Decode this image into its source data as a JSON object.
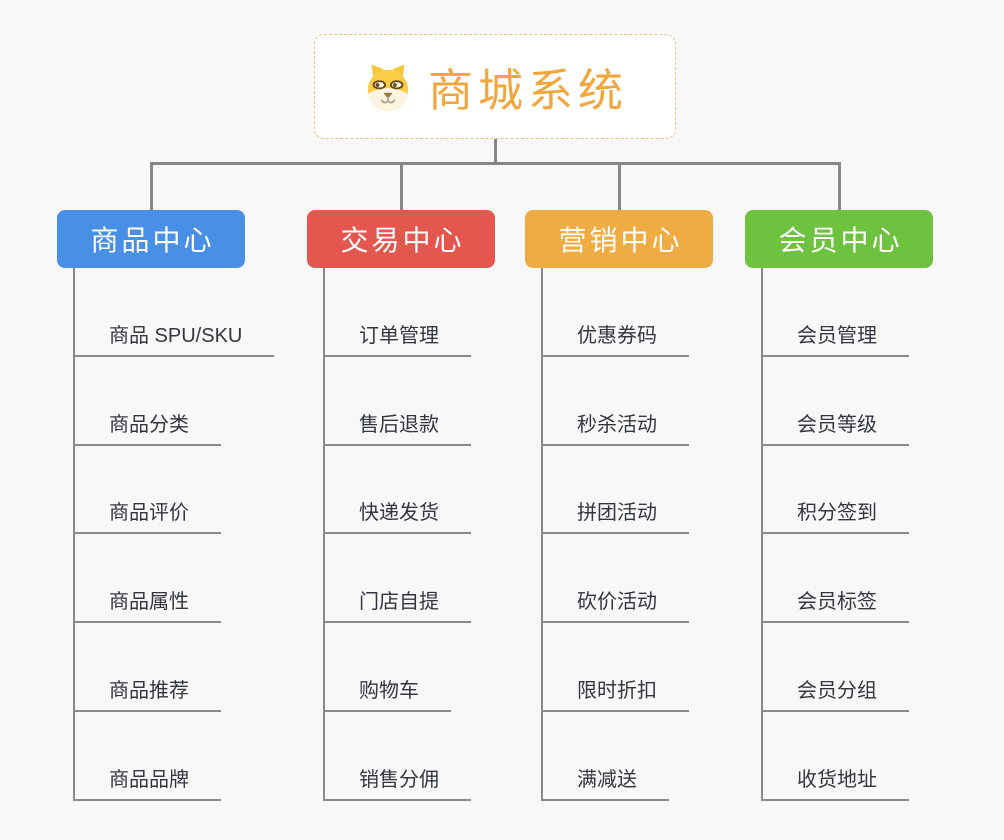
{
  "root": {
    "title": "商城系统",
    "icon": "shiba-dog-icon"
  },
  "branches": [
    {
      "id": "product-center",
      "label": "商品中心",
      "color": "#4a8fe6",
      "children": [
        "商品 SPU/SKU",
        "商品分类",
        "商品评价",
        "商品属性",
        "商品推荐",
        "商品品牌"
      ]
    },
    {
      "id": "trade-center",
      "label": "交易中心",
      "color": "#e4574f",
      "children": [
        "订单管理",
        "售后退款",
        "快递发货",
        "门店自提",
        "购物车",
        "销售分佣"
      ]
    },
    {
      "id": "marketing-center",
      "label": "营销中心",
      "color": "#eeac43",
      "children": [
        "优惠券码",
        "秒杀活动",
        "拼团活动",
        "砍价活动",
        "限时折扣",
        "满减送"
      ]
    },
    {
      "id": "member-center",
      "label": "会员中心",
      "color": "#6ec23f",
      "children": [
        "会员管理",
        "会员等级",
        "积分签到",
        "会员标签",
        "会员分组",
        "收货地址"
      ]
    }
  ],
  "colors": {
    "canvas_bg": "#f8f8f8",
    "connector": "#868686",
    "child_line": "#8a8a8a",
    "root_text": "#f2a63c",
    "root_border": "#f0c384",
    "child_text": "#33363d"
  }
}
